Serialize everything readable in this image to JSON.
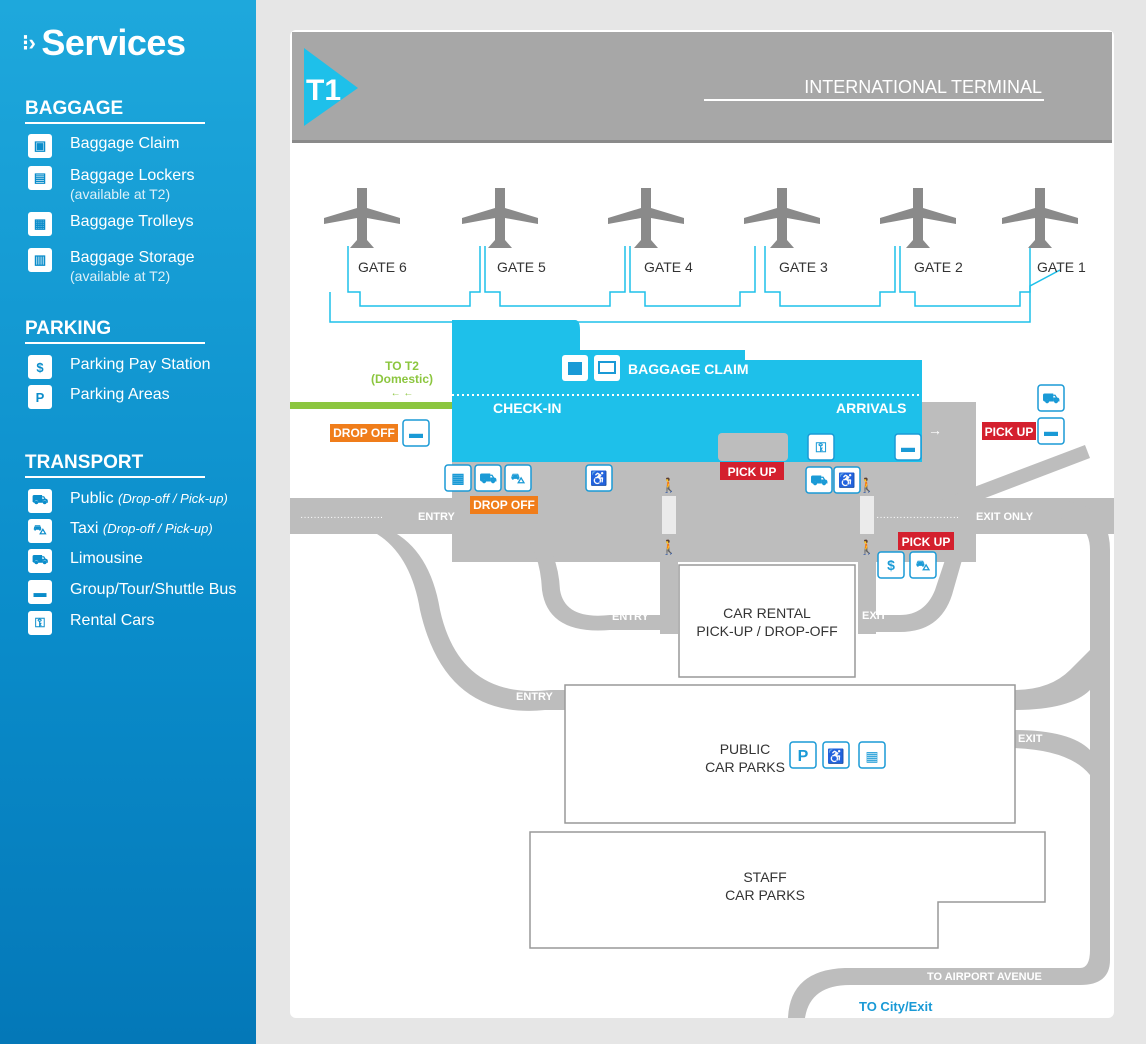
{
  "sidebar": {
    "title": "Services",
    "sections": [
      {
        "heading": "BAGGAGE",
        "items": [
          {
            "label": "Baggage Claim",
            "sub": "",
            "icon": "baggage-claim-icon"
          },
          {
            "label": "Baggage Lockers",
            "sub": "(available at T2)",
            "icon": "baggage-locker-icon"
          },
          {
            "label": "Baggage Trolleys",
            "sub": "",
            "icon": "trolley-icon"
          },
          {
            "label": "Baggage Storage",
            "sub": "(available at T2)",
            "icon": "baggage-storage-icon"
          }
        ]
      },
      {
        "heading": "PARKING",
        "items": [
          {
            "label": "Parking Pay Station",
            "sub": "",
            "icon": "parking-pay-icon"
          },
          {
            "label": "Parking Areas",
            "sub": "",
            "icon": "parking-icon"
          }
        ]
      },
      {
        "heading": "TRANSPORT",
        "items": [
          {
            "label": "Public",
            "note": "(Drop-off / Pick-up)",
            "icon": "public-transport-icon"
          },
          {
            "label": "Taxi",
            "note": "(Drop-off / Pick-up)",
            "icon": "taxi-icon"
          },
          {
            "label": "Limousine",
            "note": "",
            "icon": "limousine-icon"
          },
          {
            "label": "Group/Tour/Shuttle Bus",
            "note": "",
            "icon": "bus-icon"
          },
          {
            "label": "Rental Cars",
            "note": "",
            "icon": "rental-car-icon"
          }
        ]
      }
    ]
  },
  "map": {
    "terminal_code": "T1",
    "terminal_name": "INTERNATIONAL TERMINAL",
    "gates": [
      "GATE 6",
      "GATE 5",
      "GATE 4",
      "GATE 3",
      "GATE 2",
      "GATE 1"
    ],
    "labels": {
      "baggage_claim": "BAGGAGE CLAIM",
      "check_in": "CHECK-IN",
      "arrivals": "ARRIVALS",
      "to_t2": "TO T2",
      "domestic": "(Domestic)",
      "drop_off": "DROP OFF",
      "pick_up": "PICK UP",
      "entry": "ENTRY",
      "exit_only": "EXIT ONLY",
      "exit": "EXIT",
      "car_rental_1": "CAR RENTAL",
      "car_rental_2": "PICK-UP / DROP-OFF",
      "public_1": "PUBLIC",
      "public_2": "CAR PARKS",
      "staff_1": "STAFF",
      "staff_2": "CAR PARKS",
      "to_airport_avenue": "TO AIRPORT AVENUE",
      "to_city": "TO City/Exit"
    },
    "colors": {
      "terminal": "#1ec0ea",
      "road": "#bdbdbd",
      "drop_off": "#f07d1a",
      "pick_up": "#d4202e",
      "domestic_path": "#8cc63f",
      "icon_blue": "#1a9ad6"
    }
  }
}
